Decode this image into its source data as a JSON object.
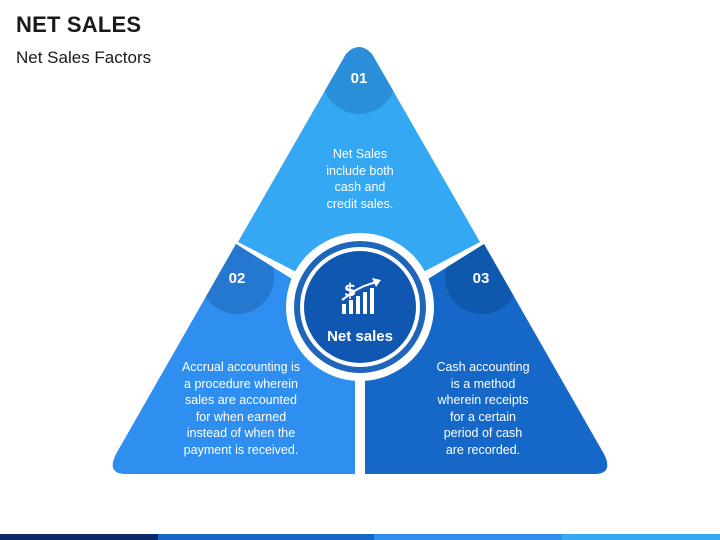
{
  "header": {
    "title": "NET SALES",
    "subtitle": "Net Sales Factors"
  },
  "segments": [
    {
      "number": "01",
      "lines": [
        "Net Sales",
        "include both",
        "cash and",
        "credit sales."
      ]
    },
    {
      "number": "02",
      "lines": [
        "Accrual accounting is",
        "a procedure wherein",
        "sales are accounted",
        "for when earned",
        "instead of when the",
        "payment is received."
      ]
    },
    {
      "number": "03",
      "lines": [
        "Cash accounting",
        "is a method",
        "wherein receipts",
        "for a certain",
        "period of cash",
        "are recorded."
      ]
    }
  ],
  "center": {
    "label": "Net sales",
    "icon": "dollar-growth-chart-icon"
  },
  "colors": {
    "top": "#35a8f3",
    "left": "#2e8ff0",
    "right": "#1568c8",
    "badge_top": "#2a8fd8",
    "badge_left": "#2478d0",
    "badge_right": "#0e58ae",
    "center_ring": "#1f66bb",
    "center_fill": "#0f57b0"
  }
}
